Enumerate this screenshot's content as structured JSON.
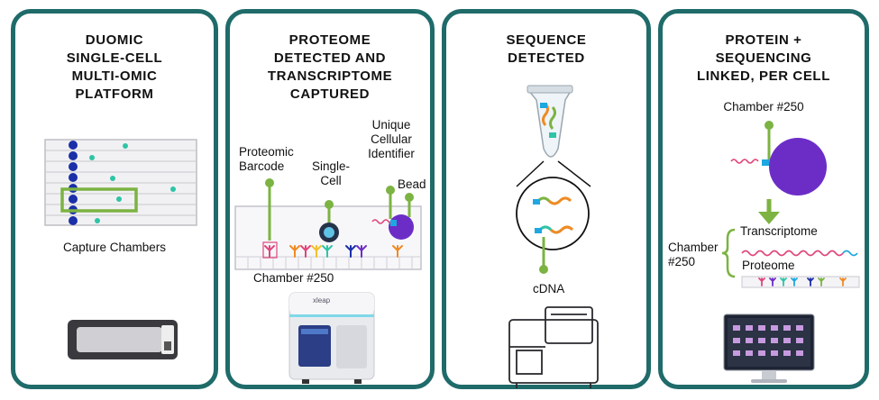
{
  "panels": [
    {
      "title": "DUOMIC\nSINGLE-CELL\nMULTI-OMIC\nPLATFORM",
      "capture_label": "Capture Chambers"
    },
    {
      "title": "PROTEOME\nDETECTED AND\nTRANSCRIPTOME\nCAPTURED",
      "proteomic_barcode_label": "Proteomic\nBarcode",
      "single_cell_label": "Single-\nCell",
      "uci_label": "Unique\nCellular\nIdentifier",
      "bead_label": "Bead",
      "chamber_label": "Chamber #250",
      "instrument_brand": "xleap"
    },
    {
      "title": "SEQUENCE\nDETECTED",
      "cdna_label": "cDNA"
    },
    {
      "title": "PROTEIN +\nSEQUENCING\nLINKED, PER CELL",
      "chamber_top_label": "Chamber #250",
      "chamber_side_label": "Chamber\n#250",
      "transcriptome_label": "Transcriptome",
      "proteome_label": "Proteome"
    }
  ],
  "colors": {
    "border": "#1f6b6a",
    "green": "#7cb342",
    "purple": "#6c2dc7",
    "blue_dot": "#1a2fa8",
    "teal": "#2ec4a6",
    "pink": "#e0457b",
    "orange": "#f08a24",
    "cyan": "#1ea7e0"
  }
}
